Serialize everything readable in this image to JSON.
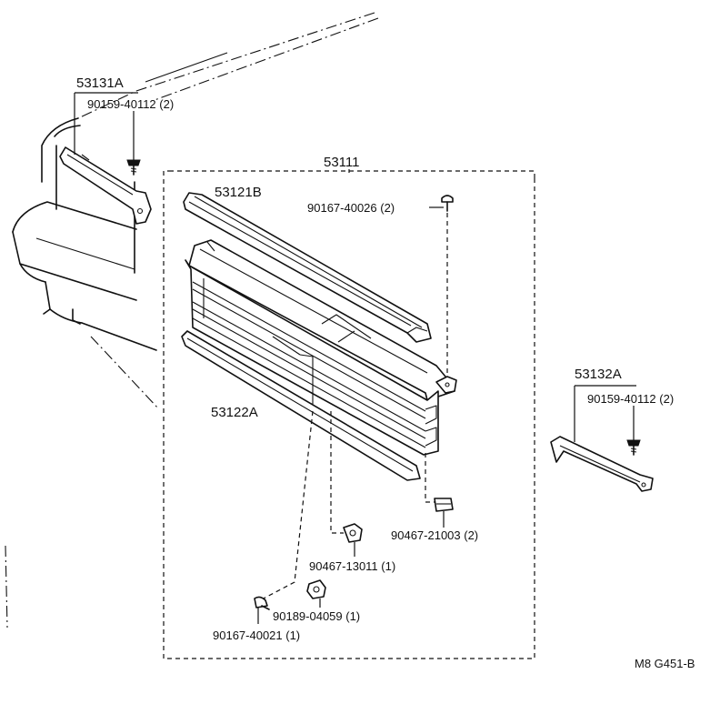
{
  "parts": {
    "bracket_left": "53131A",
    "bracket_left_screw": "90159-40112 (2)",
    "grille_assembly": "53111",
    "upper_moulding": "53121B",
    "upper_screw": "90167-40026 (2)",
    "bracket_right": "53132A",
    "bracket_right_screw": "90159-40112 (2)",
    "lower_moulding": "53122A",
    "clip_right": "90467-21003 (2)",
    "clip_center": "90467-13011 (1)",
    "nut": "90189-04059 (1)",
    "lower_screw": "90167-40021 (1)"
  },
  "figure_code": "M8 G451-B",
  "colors": {
    "ink": "#111111",
    "background": "#ffffff"
  }
}
